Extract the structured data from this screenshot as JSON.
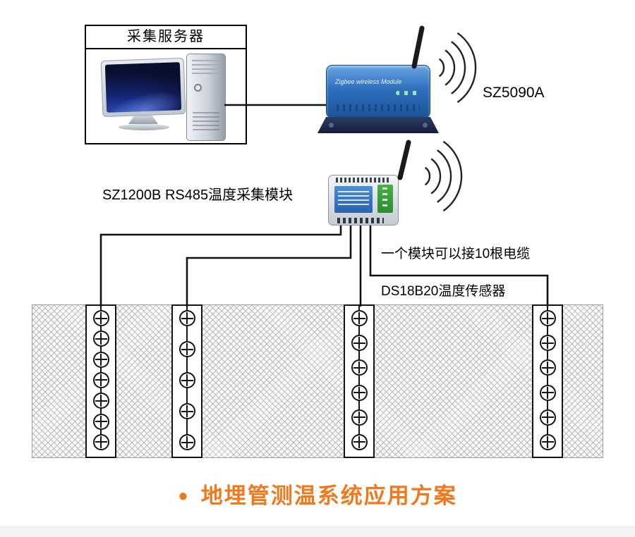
{
  "server_box": {
    "label": "采集服务器"
  },
  "module1": {
    "label": "SZ5090A",
    "body_text": "Zigbee wireless Module"
  },
  "module2": {
    "label": "SZ1200B RS485温度采集模块"
  },
  "annotations": {
    "cable_note": "一个模块可以接10根电缆",
    "sensor_label": "DS18B20温度传感器"
  },
  "caption": {
    "bullet": "●",
    "text": "地埋管测温系统应用方案",
    "color": "#f0791e"
  },
  "colors": {
    "wire": "#111111",
    "module_blue": "#2e6fbe",
    "terminal_green": "#3aa03a",
    "ground_hatch": "#b9b9b9",
    "caption_orange": "#f0791e"
  },
  "ground": {
    "pipes": [
      {
        "sensors": 7
      },
      {
        "sensors": 5
      },
      {
        "sensors": 6
      },
      {
        "sensors": 6
      }
    ]
  }
}
